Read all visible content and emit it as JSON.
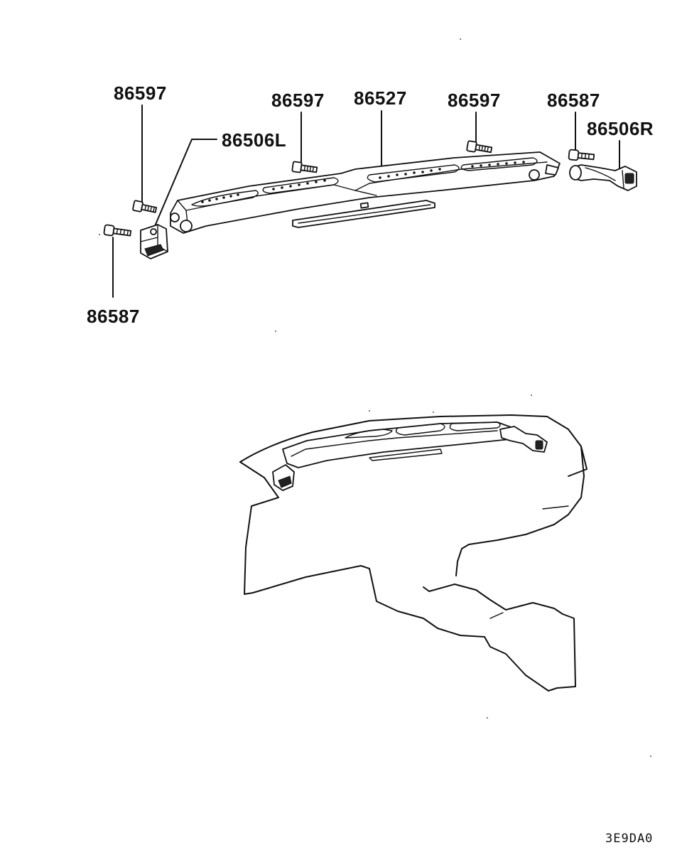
{
  "labels": {
    "bolt_top_left": "86597",
    "nozzle_left": "86506L",
    "bolt_top_mid": "86597",
    "duct_center": "86527",
    "bolt_top_right": "86597",
    "screw_right": "86587",
    "nozzle_right": "86506R",
    "screw_left_bottom": "86587"
  },
  "diagram_code": "3E9DA0"
}
